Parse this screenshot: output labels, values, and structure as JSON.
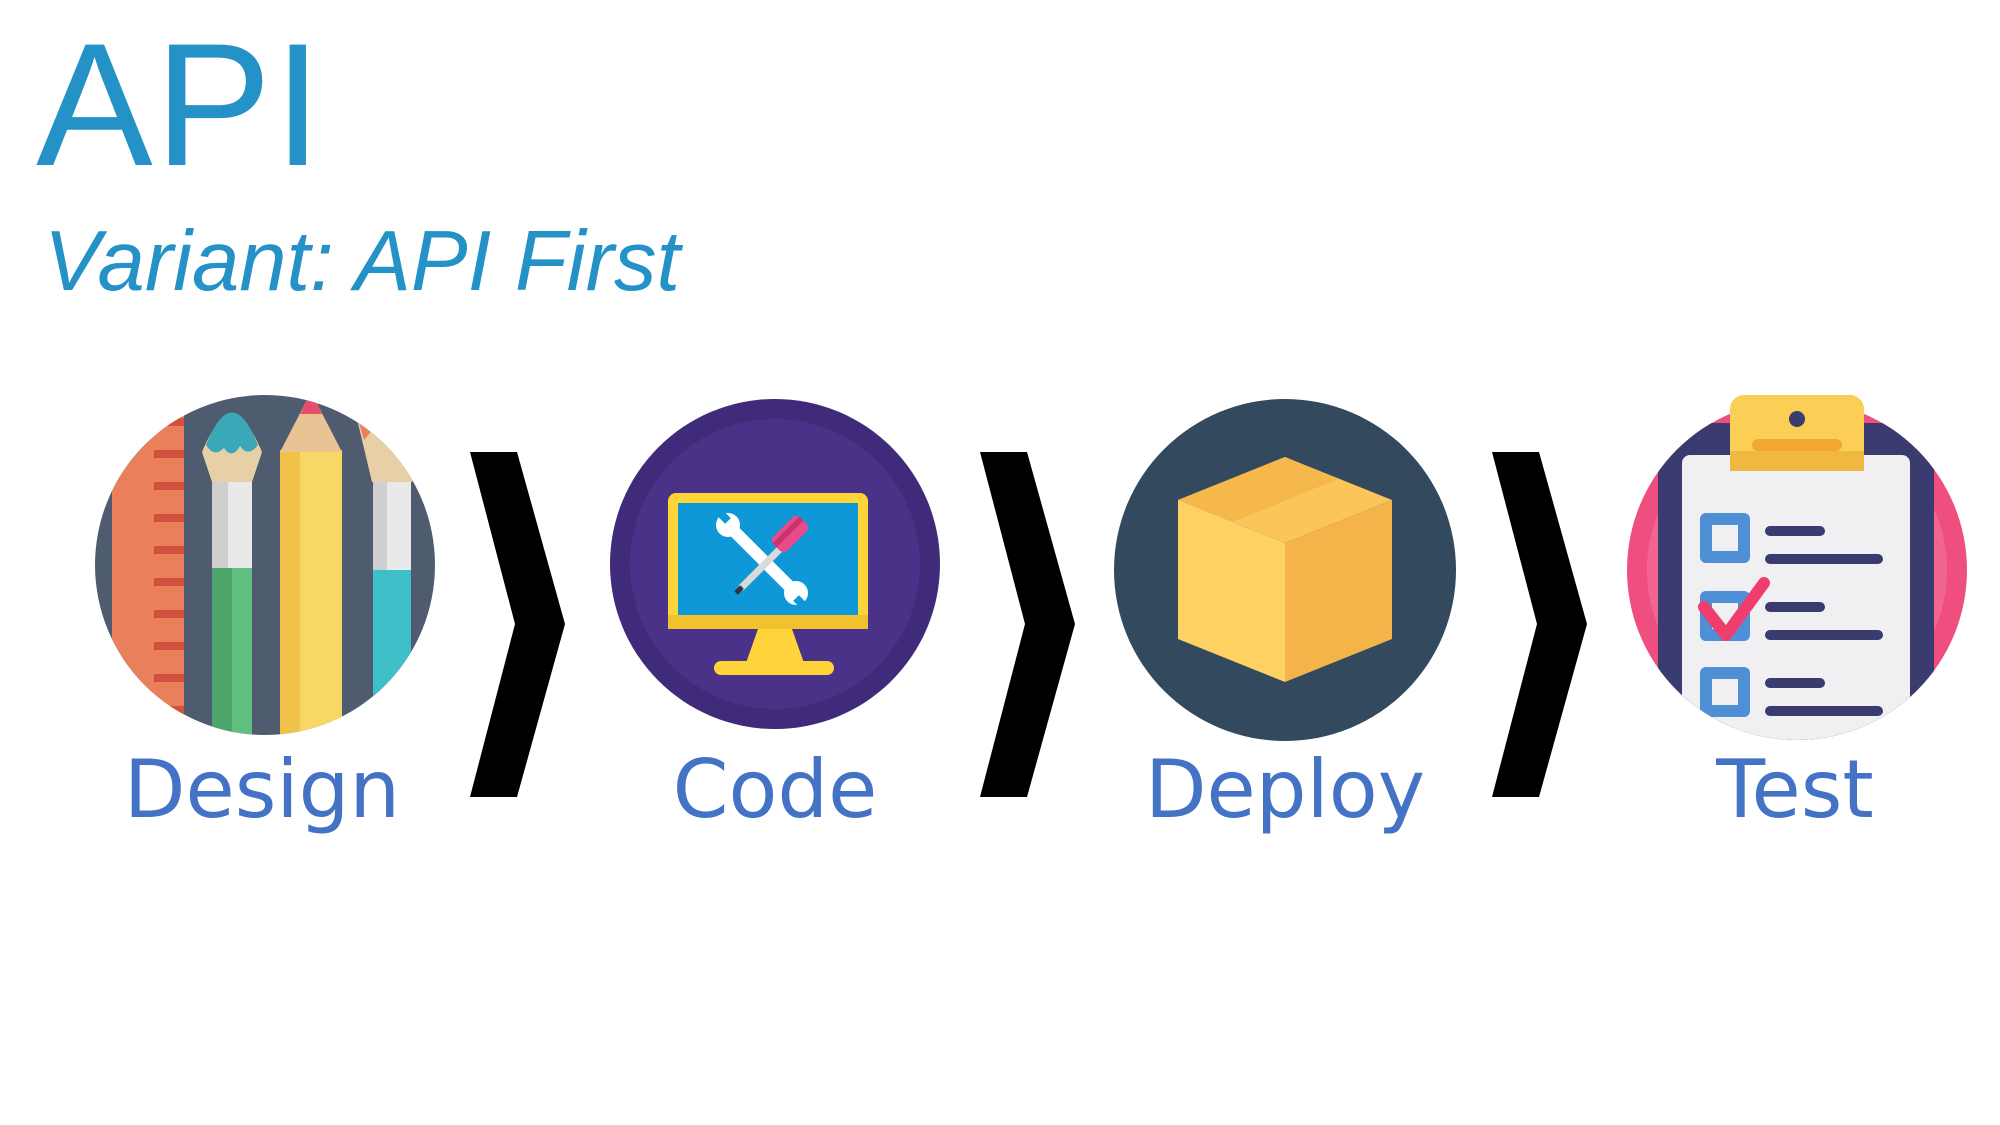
{
  "header": {
    "title": "API",
    "subtitle": "Variant: API First"
  },
  "steps": [
    {
      "label": "Design",
      "icon": "design-tools-icon"
    },
    {
      "label": "Code",
      "icon": "monitor-wrench-screwdriver-icon"
    },
    {
      "label": "Deploy",
      "icon": "package-box-icon"
    },
    {
      "label": "Test",
      "icon": "clipboard-checklist-icon"
    }
  ],
  "connectors": [
    "chevron-right-icon",
    "chevron-right-icon",
    "chevron-right-icon"
  ],
  "colors": {
    "heading": "#2492c6",
    "label": "#4472c4",
    "chevron": "#000000",
    "design_bg": "#4f5b6e",
    "code_bg": "#3f2b7a",
    "deploy_bg": "#334a5e",
    "test_bg": "#ef4f7f"
  }
}
